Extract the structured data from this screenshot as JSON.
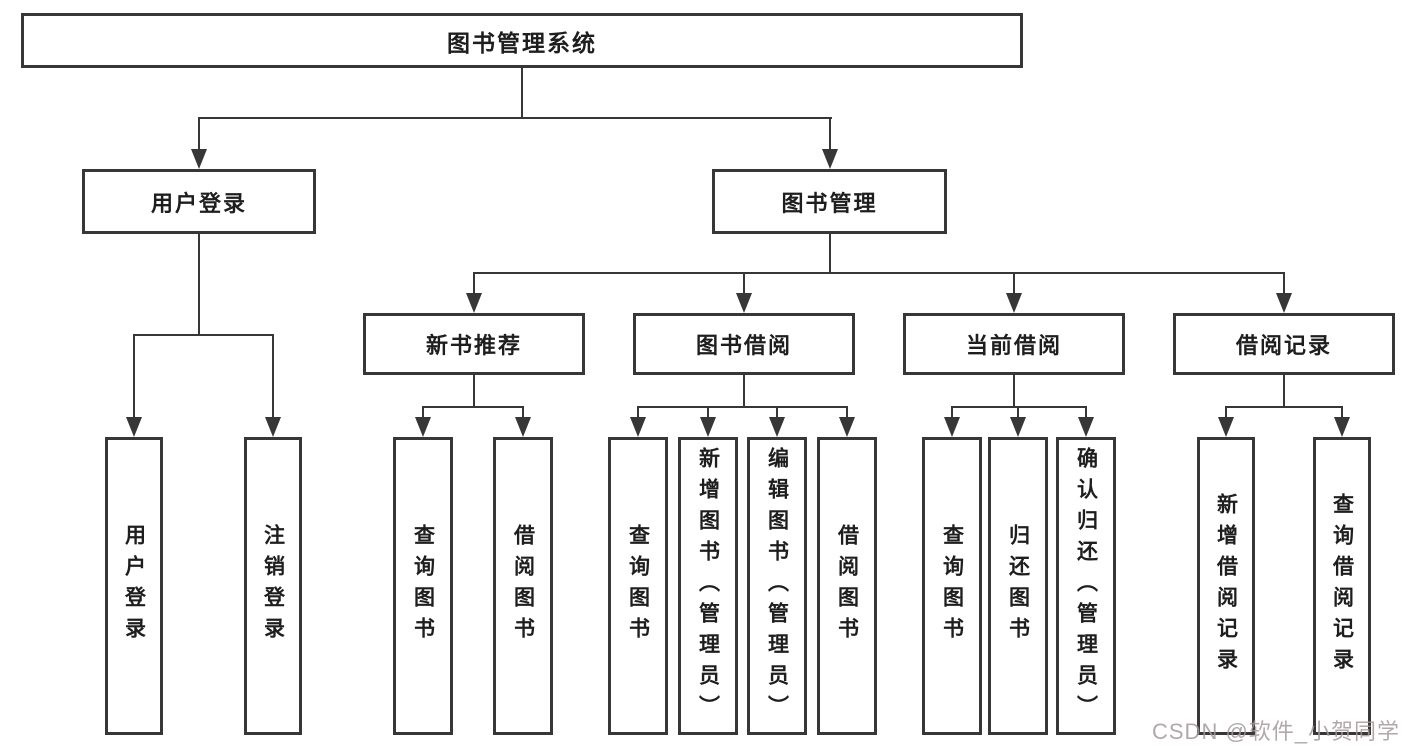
{
  "diagram": {
    "title_node": "图书管理系统",
    "root": {
      "label": "图书管理系统"
    },
    "branches": [
      {
        "label": "用户登录",
        "children": [
          {
            "label": "用户登录"
          },
          {
            "label": "注销登录"
          }
        ]
      },
      {
        "label": "图书管理",
        "children": [
          {
            "label": "新书推荐",
            "children": [
              {
                "label": "查询图书"
              },
              {
                "label": "借阅图书"
              }
            ]
          },
          {
            "label": "图书借阅",
            "children": [
              {
                "label": "查询图书"
              },
              {
                "label": "新增图书（管理员）"
              },
              {
                "label": "编辑图书（管理员）"
              },
              {
                "label": "借阅图书"
              }
            ]
          },
          {
            "label": "当前借阅",
            "children": [
              {
                "label": "查询图书"
              },
              {
                "label": "归还图书"
              },
              {
                "label": "确认归还（管理员）"
              }
            ]
          },
          {
            "label": "借阅记录",
            "children": [
              {
                "label": "新增借阅记录"
              },
              {
                "label": "查询借阅记录"
              }
            ]
          }
        ]
      }
    ]
  },
  "watermark": {
    "text": "CSDN @软件_小贺同学"
  },
  "colors": {
    "line": "#373737",
    "text": "#1e1e1e",
    "background": "#ffffff",
    "watermark": "#a4989a"
  }
}
